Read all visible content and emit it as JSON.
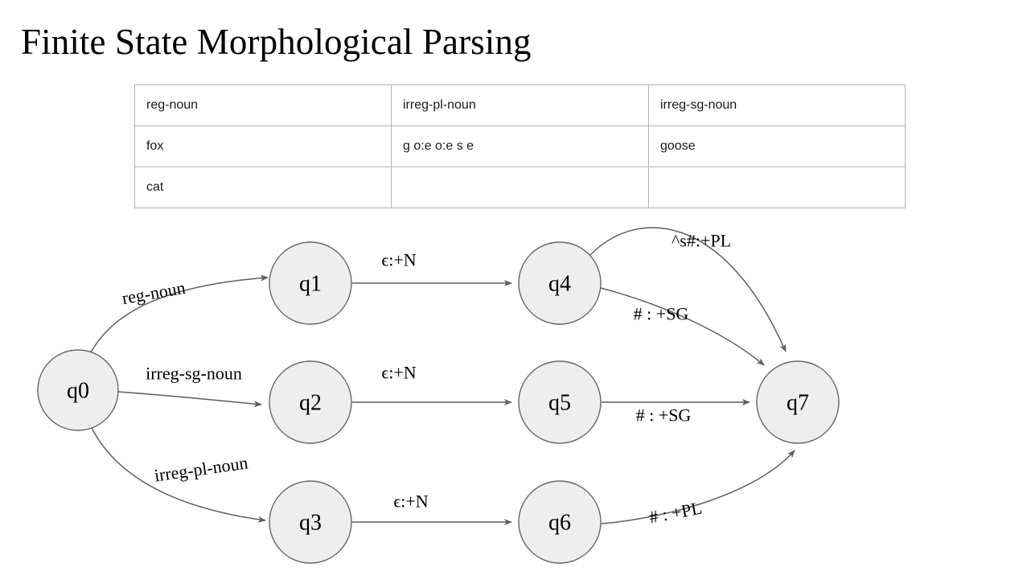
{
  "slide": {
    "title": "Finite State Morphological Parsing",
    "background": "#ffffff"
  },
  "lexicon_table": {
    "headers": [
      "reg-noun",
      "irreg-pl-noun",
      "irreg-sg-noun"
    ],
    "rows": [
      [
        "fox",
        "g o:e o:e s e",
        "goose"
      ],
      [
        "cat",
        "",
        ""
      ]
    ],
    "border_color": "#b3b3b3"
  },
  "fst": {
    "node_fill": "#eeeeee",
    "node_stroke": "#666666",
    "edge_stroke": "#5f5f5f",
    "nodes": [
      {
        "id": "q0",
        "label": "q0"
      },
      {
        "id": "q1",
        "label": "q1"
      },
      {
        "id": "q2",
        "label": "q2"
      },
      {
        "id": "q3",
        "label": "q3"
      },
      {
        "id": "q4",
        "label": "q4"
      },
      {
        "id": "q5",
        "label": "q5"
      },
      {
        "id": "q6",
        "label": "q6"
      },
      {
        "id": "q7",
        "label": "q7"
      }
    ],
    "edges": [
      {
        "id": "q0-q1",
        "from": "q0",
        "to": "q1",
        "label": "reg-noun"
      },
      {
        "id": "q0-q2",
        "from": "q0",
        "to": "q2",
        "label": "irreg-sg-noun"
      },
      {
        "id": "q0-q3",
        "from": "q0",
        "to": "q3",
        "label": "irreg-pl-noun"
      },
      {
        "id": "q1-q4",
        "from": "q1",
        "to": "q4",
        "label": "ϵ:+N"
      },
      {
        "id": "q2-q5",
        "from": "q2",
        "to": "q5",
        "label": "ϵ:+N"
      },
      {
        "id": "q3-q6",
        "from": "q3",
        "to": "q6",
        "label": "ϵ:+N"
      },
      {
        "id": "q4-q7-pl",
        "from": "q4",
        "to": "q7",
        "label": "^s#:+PL"
      },
      {
        "id": "q4-q7-sg",
        "from": "q4",
        "to": "q7",
        "label": "# : +SG"
      },
      {
        "id": "q5-q7-sg",
        "from": "q5",
        "to": "q7",
        "label": "# : +SG"
      },
      {
        "id": "q6-q7-pl",
        "from": "q6",
        "to": "q7",
        "label": "# : +PL"
      }
    ]
  }
}
